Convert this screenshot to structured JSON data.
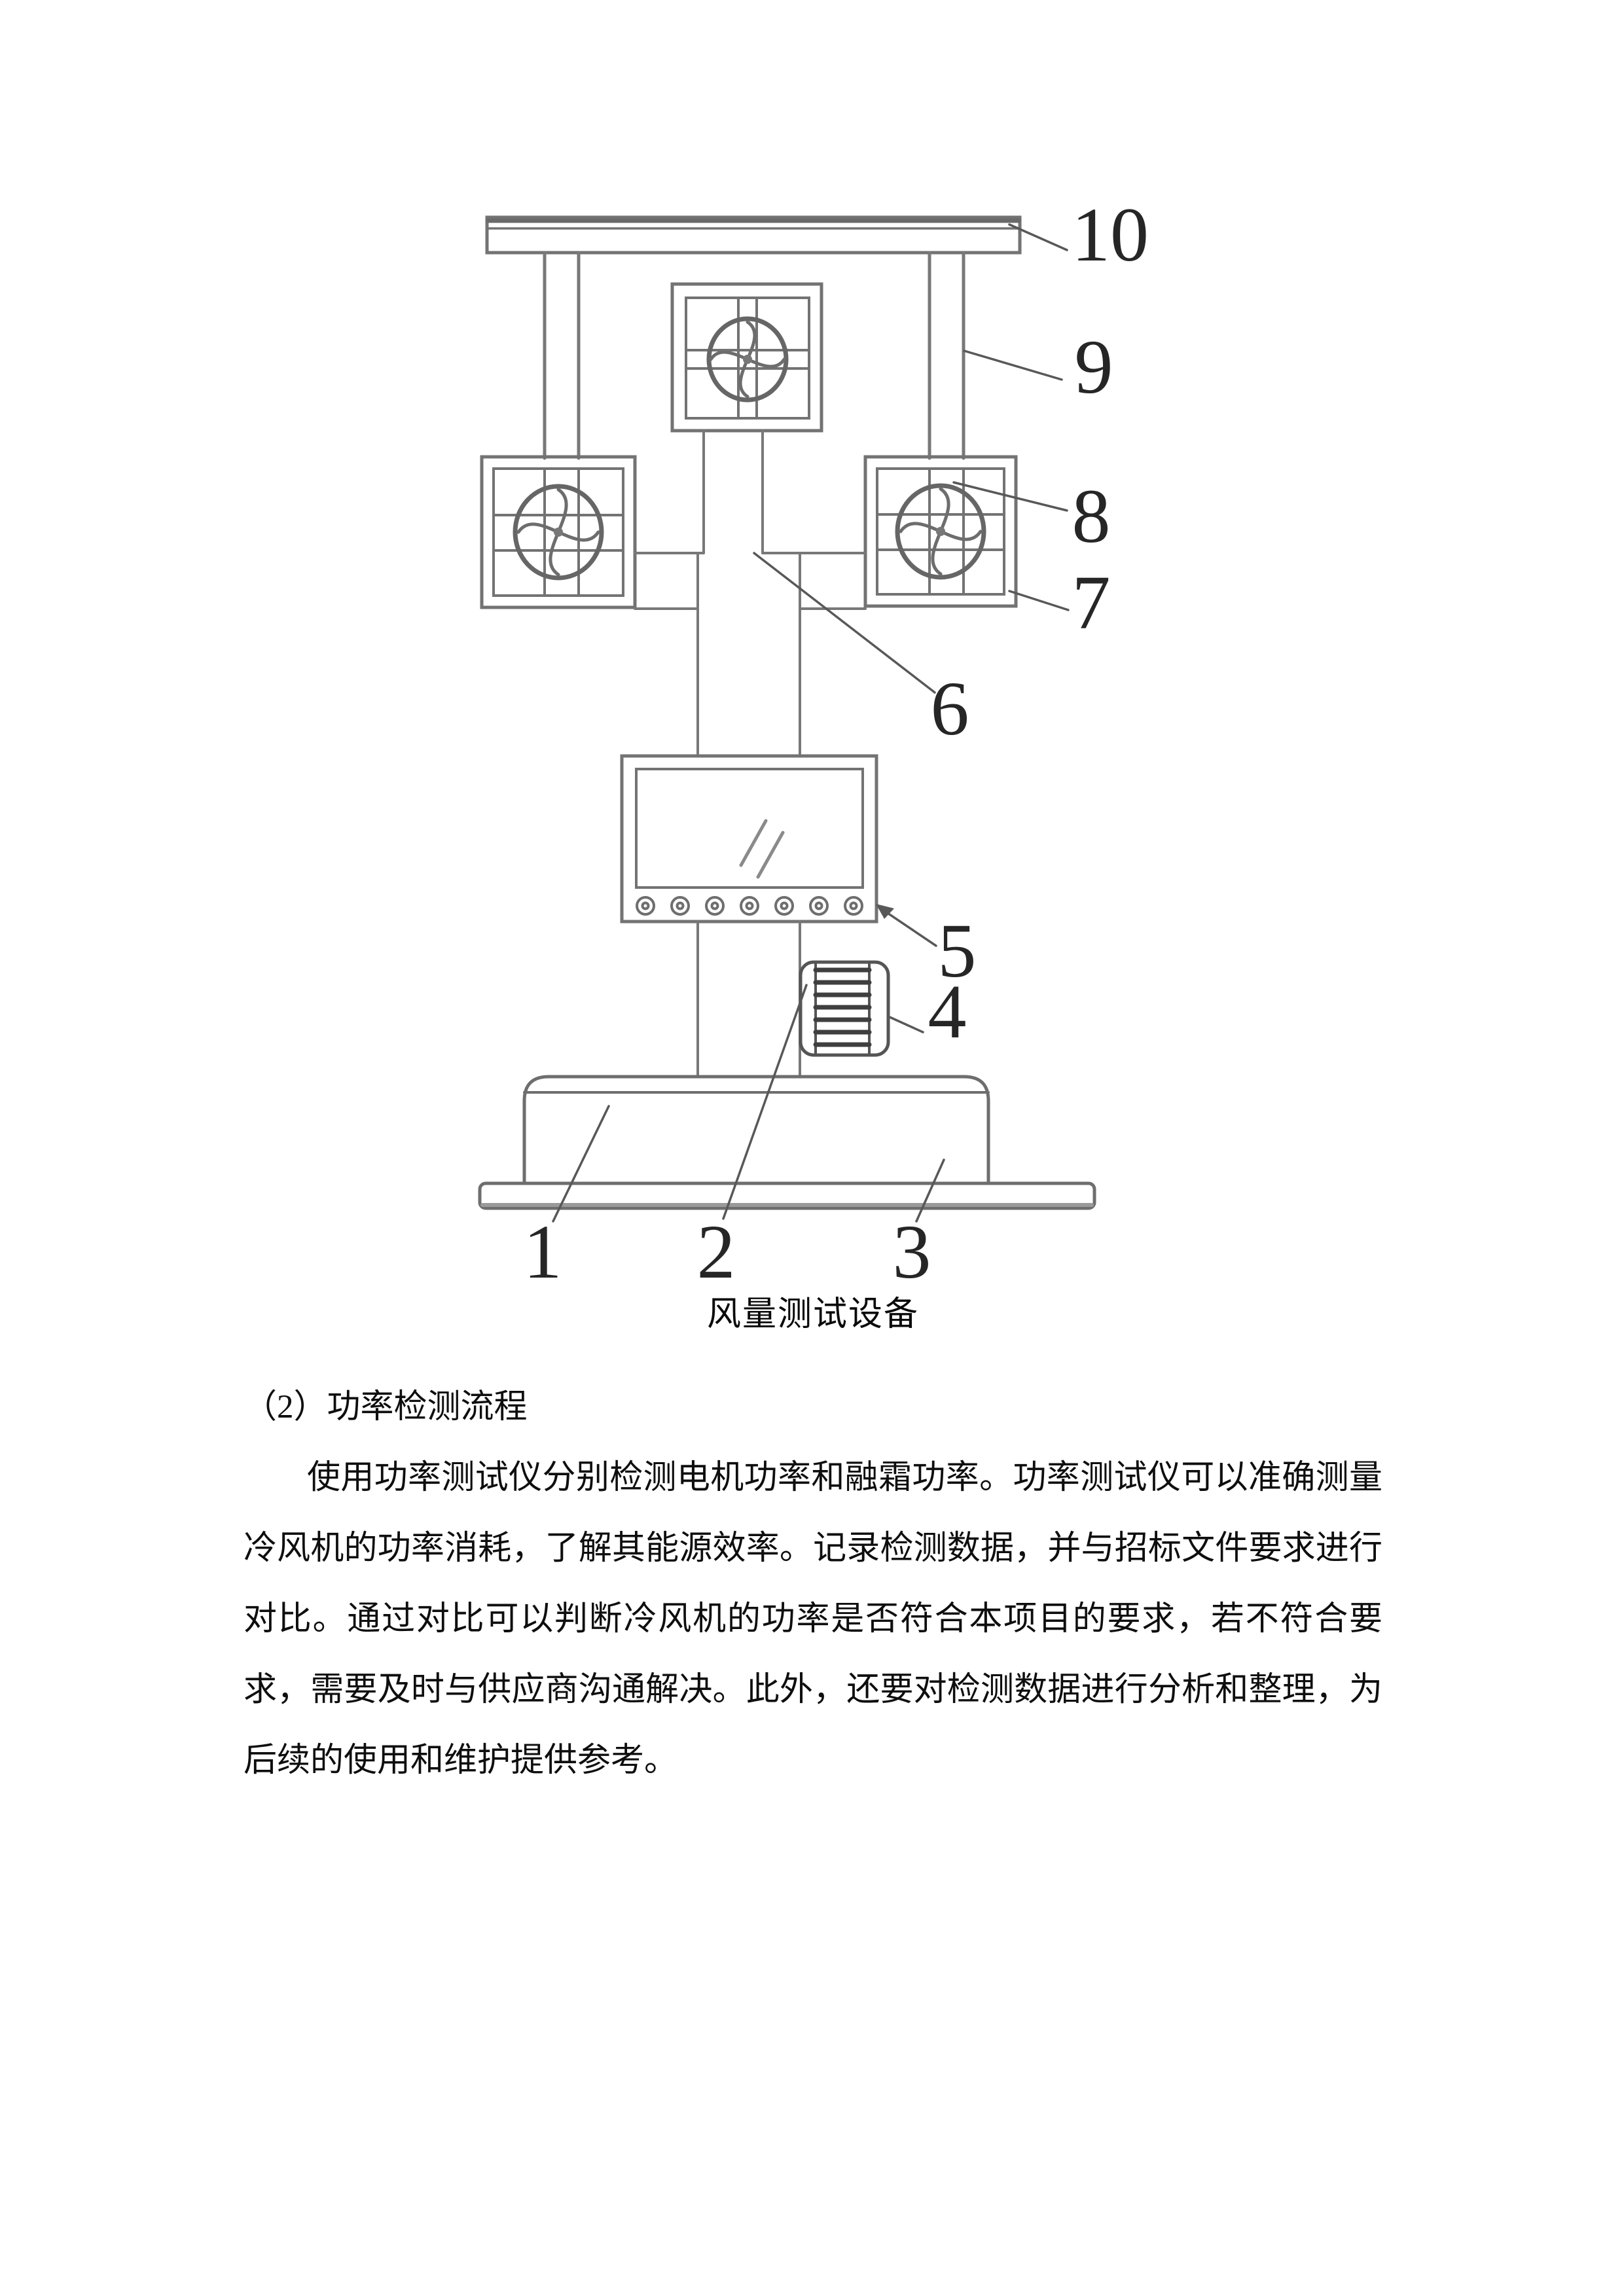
{
  "figure": {
    "caption": "风量测试设备",
    "labels": [
      "1",
      "2",
      "3",
      "4",
      "5",
      "6",
      "7",
      "8",
      "9",
      "10"
    ],
    "line_color": "#737373",
    "leader_color": "#585858",
    "label_color": "#262626",
    "background": "#ffffff"
  },
  "body": {
    "heading": "（2）功率检测流程",
    "lines": [
      "使用功率测试仪分别检测电机功率和融霜功率。功率测试仪可以准确测量",
      "冷风机的功率消耗，了解其能源效率。记录检测数据，并与招标文件要求进行",
      "对比。通过对比可以判断冷风机的功率是否符合本项目的要求，若不符合要",
      "求，需要及时与供应商沟通解决。此外，还要对检测数据进行分析和整理，为",
      "后续的使用和维护提供参考。"
    ]
  }
}
